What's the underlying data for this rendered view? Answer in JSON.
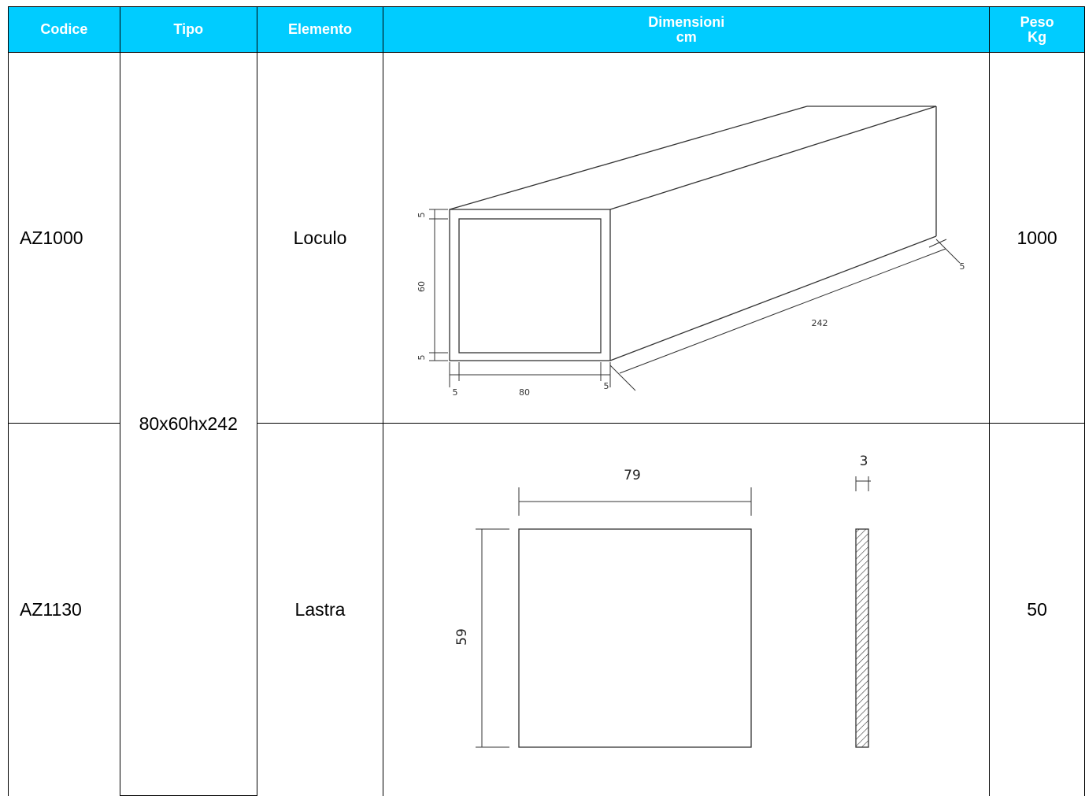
{
  "header": {
    "codice": "Codice",
    "tipo": "Tipo",
    "elemento": "Elemento",
    "dimensioni_line1": "Dimensioni",
    "dimensioni_line2": "cm",
    "peso_line1": "Peso",
    "peso_line2": "Kg"
  },
  "tipo_value": "80x60hx242",
  "rows": [
    {
      "codice": "AZ1000",
      "elemento": "Loculo",
      "peso": "1000",
      "drawing": {
        "dim_wall_top": "5",
        "dim_height": "60",
        "dim_wall_bottom": "5",
        "dim_wall_left": "5",
        "dim_width": "80",
        "dim_wall_right": "5",
        "dim_length": "242",
        "dim_wall_back": "5"
      }
    },
    {
      "codice": "AZ1130",
      "elemento": "Lastra",
      "peso": "50",
      "drawing": {
        "dim_width": "79",
        "dim_height": "59",
        "dim_thickness": "3"
      }
    }
  ],
  "colors": {
    "header_bg": "#00ccff",
    "header_text": "#ffffff",
    "border": "#000000"
  }
}
